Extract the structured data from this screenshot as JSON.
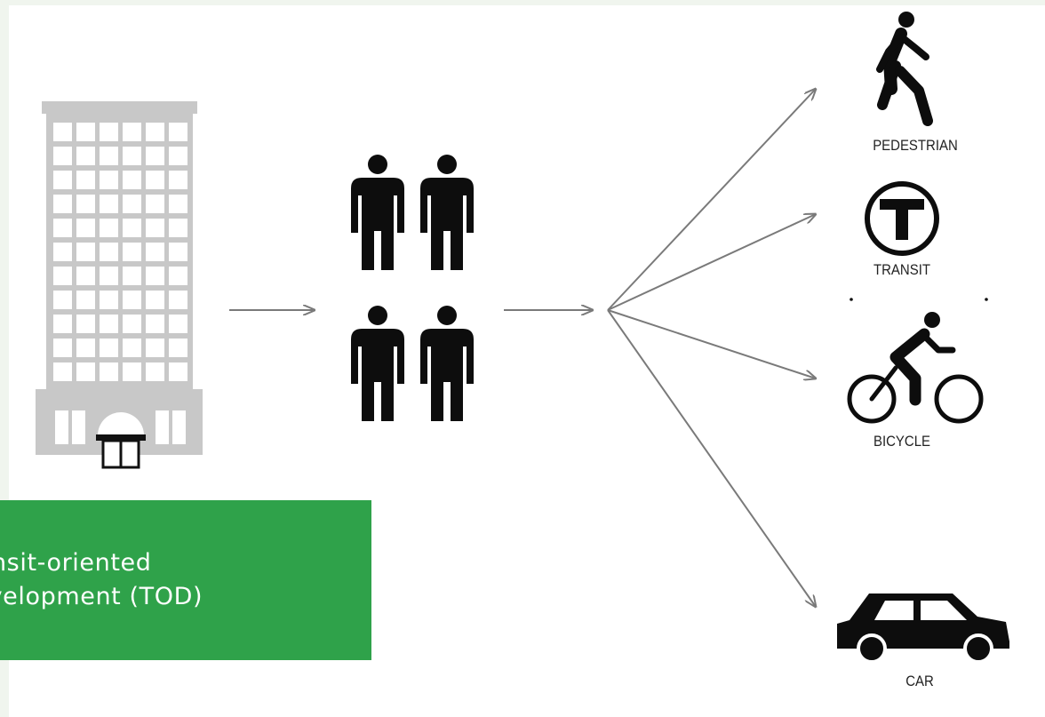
{
  "colors": {
    "building": "#c8c8c8",
    "icon": "#0d0d0d",
    "arrow": "#7a7a7a",
    "tod_box": "#2fa24a",
    "tod_text": "#ffffff"
  },
  "source_icon": "office-building-icon",
  "people_icon": "people-group-icon",
  "modes": [
    {
      "label": "PEDESTRIAN",
      "icon": "pedestrian-icon"
    },
    {
      "label": "TRANSIT",
      "icon": "transit-t-icon"
    },
    {
      "label": "BICYCLE",
      "icon": "bicycle-icon"
    },
    {
      "label": "CAR",
      "icon": "car-icon"
    }
  ],
  "tod_box": {
    "line1": "Transit-oriented",
    "line2": "Development (TOD)"
  }
}
